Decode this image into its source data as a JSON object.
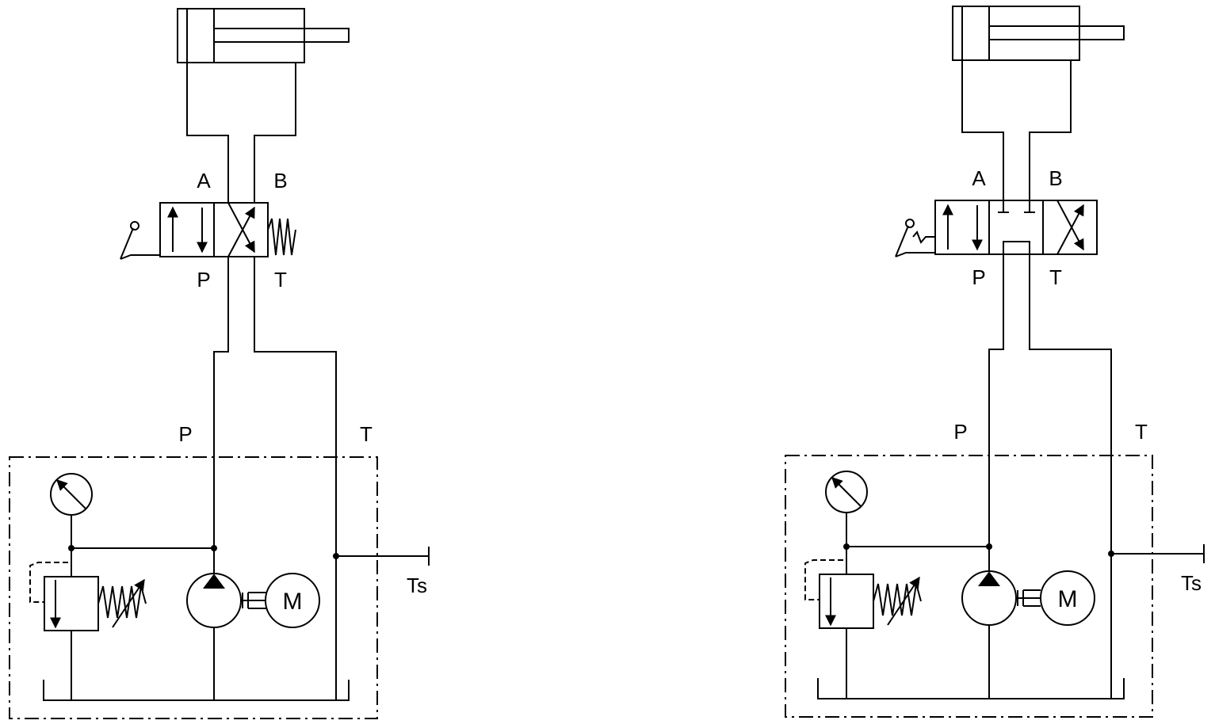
{
  "diagrams": [
    {
      "ports": {
        "a": "A",
        "b": "B",
        "p": "P",
        "t": "T"
      },
      "supply": {
        "p": "P",
        "t": "T",
        "ts": "Ts"
      },
      "motor": "M",
      "valve_positions": 2
    },
    {
      "ports": {
        "a": "A",
        "b": "B",
        "p": "P",
        "t": "T"
      },
      "supply": {
        "p": "P",
        "t": "T",
        "ts": "Ts"
      },
      "motor": "M",
      "valve_positions": 3
    }
  ],
  "colors": {
    "line": "#000000",
    "background": "#ffffff"
  }
}
